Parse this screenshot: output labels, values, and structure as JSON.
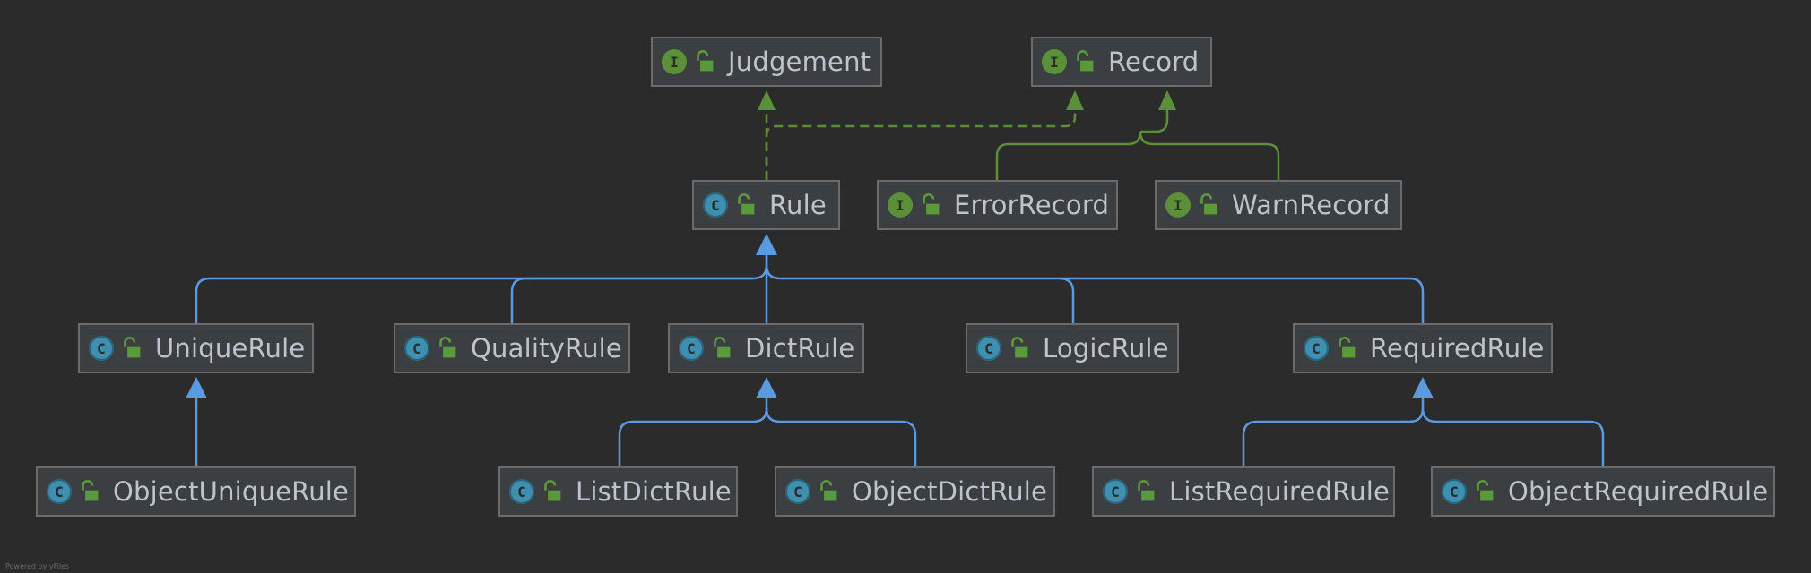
{
  "colors": {
    "background": "#2b2b2b",
    "node_fill": "#3c3f41",
    "node_border": "#6b6b6b",
    "text": "#bdc4cc",
    "implements_line": "#5b8f3a",
    "extends_line": "#5a9ae0"
  },
  "nodes": {
    "judgement": {
      "label": "Judgement",
      "kind": "interface",
      "badge": "I"
    },
    "record": {
      "label": "Record",
      "kind": "interface",
      "badge": "I"
    },
    "rule": {
      "label": "Rule",
      "kind": "class",
      "badge": "C"
    },
    "error_record": {
      "label": "ErrorRecord",
      "kind": "interface",
      "badge": "I"
    },
    "warn_record": {
      "label": "WarnRecord",
      "kind": "interface",
      "badge": "I"
    },
    "unique_rule": {
      "label": "UniqueRule",
      "kind": "class",
      "badge": "C"
    },
    "quality_rule": {
      "label": "QualityRule",
      "kind": "class",
      "badge": "C"
    },
    "dict_rule": {
      "label": "DictRule",
      "kind": "class",
      "badge": "C"
    },
    "logic_rule": {
      "label": "LogicRule",
      "kind": "class",
      "badge": "C"
    },
    "required_rule": {
      "label": "RequiredRule",
      "kind": "class",
      "badge": "C"
    },
    "object_unique_rule": {
      "label": "ObjectUniqueRule",
      "kind": "class",
      "badge": "C"
    },
    "list_dict_rule": {
      "label": "ListDictRule",
      "kind": "class",
      "badge": "C"
    },
    "object_dict_rule": {
      "label": "ObjectDictRule",
      "kind": "class",
      "badge": "C"
    },
    "list_required_rule": {
      "label": "ListRequiredRule",
      "kind": "class",
      "badge": "C"
    },
    "object_required_rule": {
      "label": "ObjectRequiredRule",
      "kind": "class",
      "badge": "C"
    }
  },
  "edges": [
    {
      "from": "rule",
      "to": "judgement",
      "type": "implements"
    },
    {
      "from": "rule",
      "to": "record",
      "type": "implements"
    },
    {
      "from": "error_record",
      "to": "record",
      "type": "interface-extends"
    },
    {
      "from": "warn_record",
      "to": "record",
      "type": "interface-extends"
    },
    {
      "from": "unique_rule",
      "to": "rule",
      "type": "extends"
    },
    {
      "from": "quality_rule",
      "to": "rule",
      "type": "extends"
    },
    {
      "from": "dict_rule",
      "to": "rule",
      "type": "extends"
    },
    {
      "from": "logic_rule",
      "to": "rule",
      "type": "extends"
    },
    {
      "from": "required_rule",
      "to": "rule",
      "type": "extends"
    },
    {
      "from": "object_unique_rule",
      "to": "unique_rule",
      "type": "extends"
    },
    {
      "from": "list_dict_rule",
      "to": "dict_rule",
      "type": "extends"
    },
    {
      "from": "object_dict_rule",
      "to": "dict_rule",
      "type": "extends"
    },
    {
      "from": "list_required_rule",
      "to": "required_rule",
      "type": "extends"
    },
    {
      "from": "object_required_rule",
      "to": "required_rule",
      "type": "extends"
    }
  ],
  "footer": {
    "powered_by": "Powered by yFiles"
  }
}
